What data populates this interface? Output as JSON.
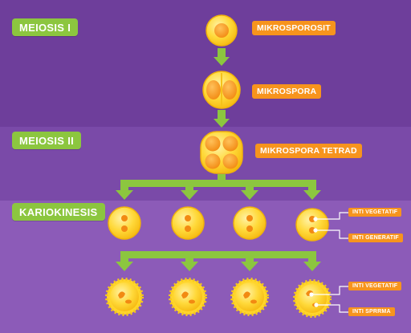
{
  "stages": {
    "meiosis1": "MEIOSIS I",
    "meiosis2": "MEIOSIS II",
    "kariokinesis": "KARIOKINESIS"
  },
  "cells": {
    "microsporocyte": "MIKROSPOROSIT",
    "microspore": "MIKROSPORA",
    "tetrad": "MIKROSPORA TETRAD"
  },
  "tags": {
    "vegetative_1": "INTI VEGETATIF",
    "generative": "INTI GENERATIF",
    "vegetative_2": "INTI VEGETATIF",
    "sperm": "INTI SPRRMA"
  },
  "colors": {
    "stage_label": "#8cc63f",
    "cell_label": "#f7941d",
    "arrow": "#8cc63f",
    "cell_outer": "#ffd52b",
    "nucleus": "#f7941d"
  }
}
